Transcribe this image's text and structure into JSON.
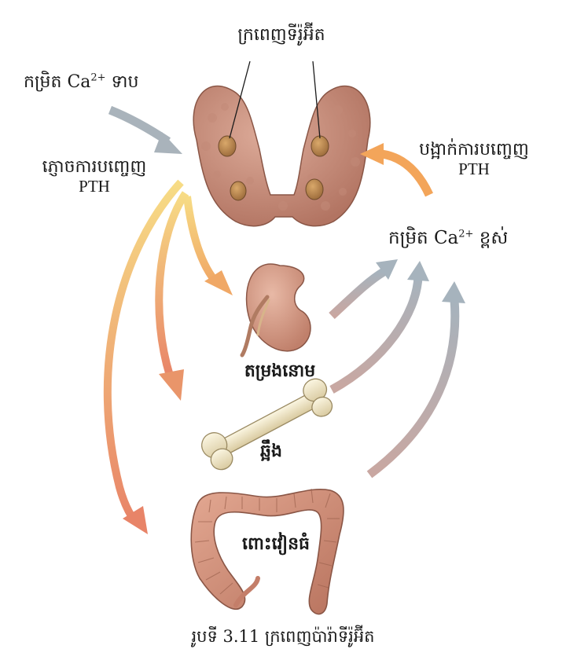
{
  "labels": {
    "parathyroid": "ក្រពេញទីរ៉ូអ៊ីត",
    "low_ca_prefix": "កម្រិត Ca",
    "low_ca_sup": "2+",
    "low_ca_suffix": " ទាប",
    "stimulate_line1": "ភ្ញោចការបញ្ចេញ",
    "stimulate_line2": "PTH",
    "inhibit_line1": "បង្អាក់ការបញ្ចេញ",
    "inhibit_line2": "PTH",
    "high_ca_prefix": "កម្រិត Ca",
    "high_ca_sup": "2+",
    "high_ca_suffix": " ខ្ពស់",
    "kidney": "តម្រងនោម",
    "bone": "ឆ្អឹង",
    "intestine": "ពោះវៀនធំ",
    "caption": "រូបទី 3.11 ក្រពេញប៉ារ៉ាទីរ៉ូអ៊ីត"
  },
  "colors": {
    "gray_arrow": "#a9b3bb",
    "orange_arrow_start": "#f6d27a",
    "orange_arrow_end": "#e9876a",
    "inhibit_arrow": "#f3a55a",
    "thyroid": "#c9907f",
    "kidney": "#d59a86",
    "bone": "#efe6c8",
    "intestine": "#d08f79"
  }
}
